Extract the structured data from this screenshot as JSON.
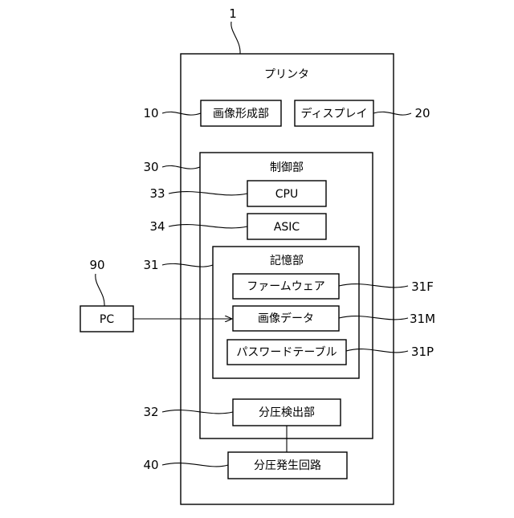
{
  "diagram": {
    "ref_main": "1",
    "printer": {
      "label": "プリンタ"
    },
    "image_forming": {
      "ref": "10",
      "label": "画像形成部"
    },
    "display": {
      "ref": "20",
      "label": "ディスプレイ"
    },
    "controller": {
      "ref": "30",
      "label": "制御部"
    },
    "cpu": {
      "ref": "33",
      "label": "CPU"
    },
    "asic": {
      "ref": "34",
      "label": "ASIC"
    },
    "storage": {
      "ref": "31",
      "label": "記憶部"
    },
    "firmware": {
      "ref": "31F",
      "label": "ファームウェア"
    },
    "image_data": {
      "ref": "31M",
      "label": "画像データ"
    },
    "password_table": {
      "ref": "31P",
      "label": "パスワードテーブル"
    },
    "voltage_detector": {
      "ref": "32",
      "label": "分圧検出部"
    },
    "voltage_generator": {
      "ref": "40",
      "label": "分圧発生回路"
    },
    "pc": {
      "ref": "90",
      "label": "PC"
    }
  }
}
